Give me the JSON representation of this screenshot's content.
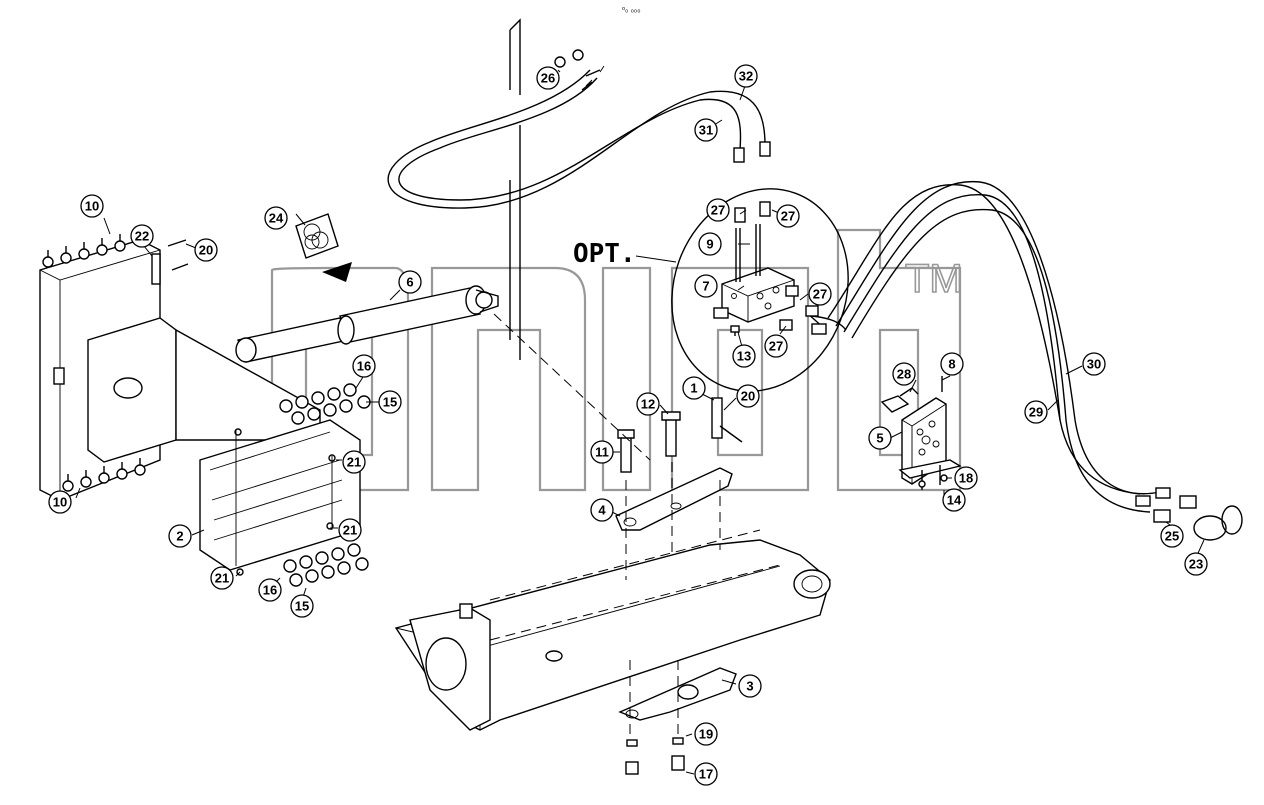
{
  "header_mark": "ᵒ₀ ₀₀₀",
  "watermark": {
    "text": "dnal",
    "tm": "TM",
    "color": "#555555"
  },
  "option_label": "OPT.",
  "callouts": [
    {
      "id": "c32",
      "label": "32"
    },
    {
      "id": "c31",
      "label": "31"
    },
    {
      "id": "c26",
      "label": "26"
    },
    {
      "id": "c27a",
      "label": "27"
    },
    {
      "id": "c27b",
      "label": "27"
    },
    {
      "id": "c27c",
      "label": "27"
    },
    {
      "id": "c27d",
      "label": "27"
    },
    {
      "id": "c9",
      "label": "9"
    },
    {
      "id": "c7",
      "label": "7"
    },
    {
      "id": "c13",
      "label": "13"
    },
    {
      "id": "c24",
      "label": "24"
    },
    {
      "id": "c6",
      "label": "6"
    },
    {
      "id": "c10a",
      "label": "10"
    },
    {
      "id": "c22",
      "label": "22"
    },
    {
      "id": "c20a",
      "label": "20"
    },
    {
      "id": "c16a",
      "label": "16"
    },
    {
      "id": "c15a",
      "label": "15"
    },
    {
      "id": "c21a",
      "label": "21"
    },
    {
      "id": "c21b",
      "label": "21"
    },
    {
      "id": "c21c",
      "label": "21"
    },
    {
      "id": "c10b",
      "label": "10"
    },
    {
      "id": "c2",
      "label": "2"
    },
    {
      "id": "c16b",
      "label": "16"
    },
    {
      "id": "c15b",
      "label": "15"
    },
    {
      "id": "c1",
      "label": "1"
    },
    {
      "id": "c20b",
      "label": "20"
    },
    {
      "id": "c12",
      "label": "12"
    },
    {
      "id": "c11",
      "label": "11"
    },
    {
      "id": "c4",
      "label": "4"
    },
    {
      "id": "c3",
      "label": "3"
    },
    {
      "id": "c19",
      "label": "19"
    },
    {
      "id": "c17",
      "label": "17"
    },
    {
      "id": "c28",
      "label": "28"
    },
    {
      "id": "c8",
      "label": "8"
    },
    {
      "id": "c5",
      "label": "5"
    },
    {
      "id": "c18",
      "label": "18"
    },
    {
      "id": "c14",
      "label": "14"
    },
    {
      "id": "c30",
      "label": "30"
    },
    {
      "id": "c29",
      "label": "29"
    },
    {
      "id": "c25",
      "label": "25"
    },
    {
      "id": "c23",
      "label": "23"
    }
  ]
}
